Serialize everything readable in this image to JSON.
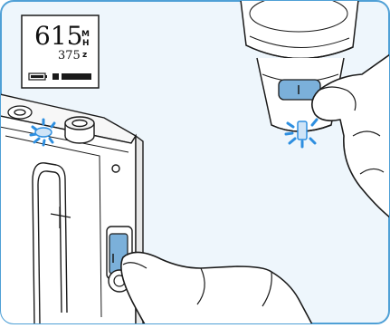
{
  "display": {
    "frequency": "615",
    "unit_m": "M",
    "unit_h": "H",
    "unit_z": "z",
    "channel": "375"
  },
  "icons": [
    "battery-icon",
    "signal-bar-icon",
    "power-button-icon",
    "sync-flash-icon"
  ],
  "colors": {
    "frame_border": "#4fa0d6",
    "frame_fill": "#eef6fc",
    "button_blue": "#7bb0da",
    "flash_blue": "#2e8fe0",
    "line": "#1a1a1a"
  }
}
